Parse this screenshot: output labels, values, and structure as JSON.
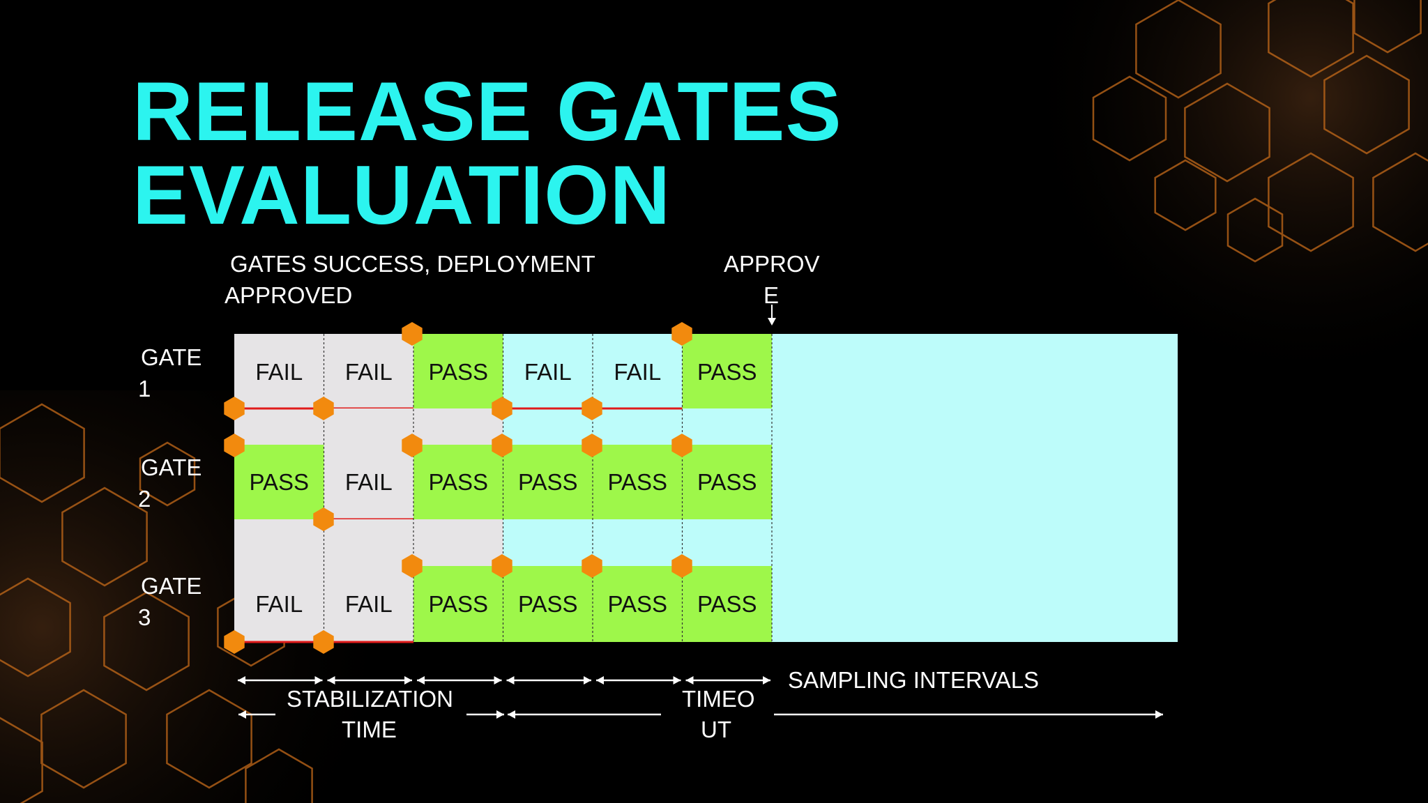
{
  "title": {
    "line1": "RELEASE  GATES",
    "line2": "EVALUATION"
  },
  "annotations": {
    "gates_success_line1": "GATES  SUCCESS,  DEPLOYMENT",
    "gates_success_line2": "APPROVED",
    "approve_line1": "APPROV",
    "approve_line2": "E",
    "sampling_intervals": "SAMPLING  INTERVALS",
    "stabilization_line1": "STABILIZATION",
    "stabilization_line2": "TIME",
    "timeout_line1": "TIMEO",
    "timeout_line2": "UT"
  },
  "gates": [
    {
      "label_line1": "GATE",
      "label_line2": "1",
      "results": [
        "FAIL",
        "FAIL",
        "PASS",
        "FAIL",
        "FAIL",
        "PASS"
      ]
    },
    {
      "label_line1": "GATE",
      "label_line2": "2",
      "results": [
        "PASS",
        "FAIL",
        "PASS",
        "PASS",
        "PASS",
        "PASS"
      ]
    },
    {
      "label_line1": "GATE",
      "label_line2": "3",
      "results": [
        "FAIL",
        "FAIL",
        "PASS",
        "PASS",
        "PASS",
        "PASS"
      ]
    }
  ],
  "colors": {
    "title": "#2cf4ef",
    "pass": "#9ef74a",
    "fail": "#e6e4e6",
    "background_after_stabilization": "#bdfcfa",
    "marker": "#f28a0e",
    "fail_line": "#e01b1b",
    "hex_pattern": "#c46a1a"
  }
}
